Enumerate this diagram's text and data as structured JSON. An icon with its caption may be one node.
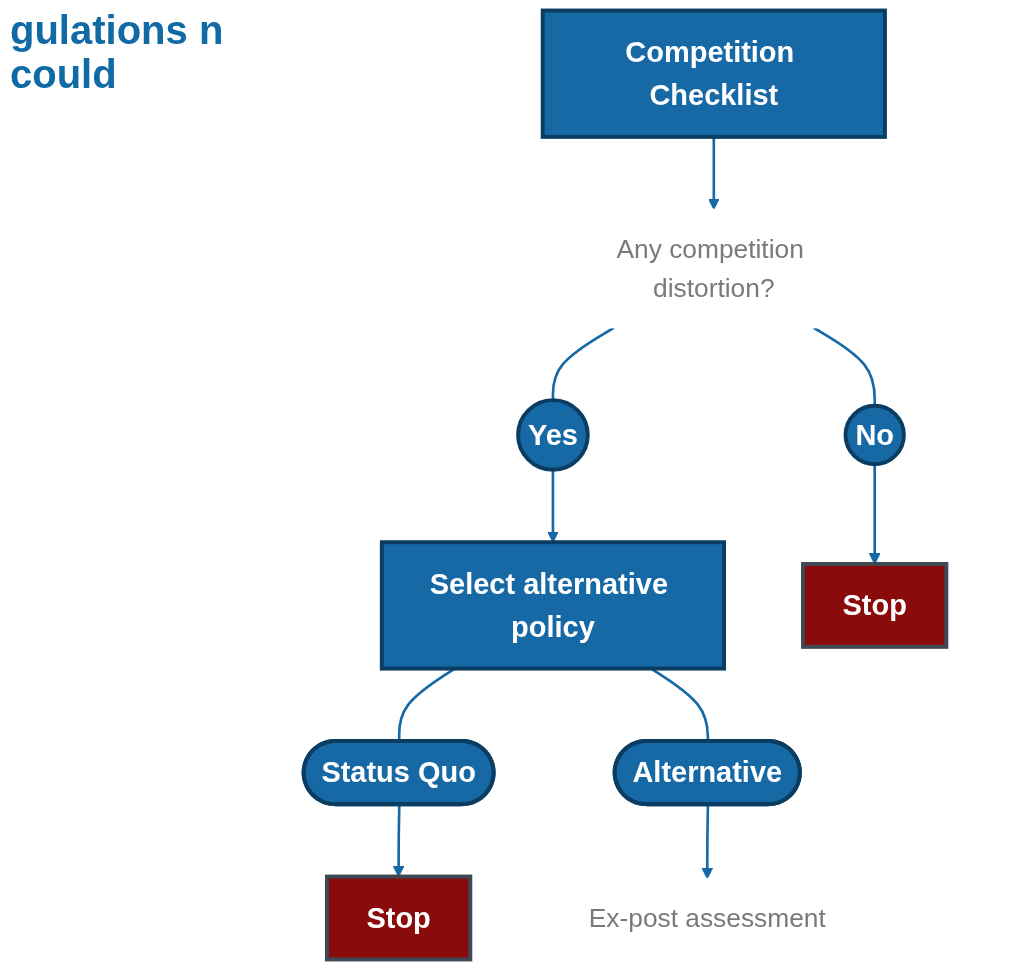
{
  "diagram": {
    "title": "gulations n could",
    "nodes": [
      {
        "text": [
          "Competition Checklist"
        ]
      },
      {
        "text": [
          "Any competition distortion?"
        ]
      },
      {
        "text": [
          "Yes"
        ]
      },
      {
        "text": [
          "No"
        ]
      },
      {
        "text": [
          "Select alternative policy"
        ]
      },
      {
        "text": [
          "Stop"
        ]
      },
      {
        "text": [
          "Status Quo"
        ]
      },
      {
        "text": [
          "Alternative"
        ]
      },
      {
        "text": [
          "Stop"
        ]
      },
      {
        "text": [
          "Ex-post assessment"
        ]
      }
    ],
    "edges": [
      {
        "from": 0,
        "to": 1,
        "arrow": "to"
      },
      {
        "from": 1,
        "to": 2,
        "arrow": "none"
      },
      {
        "from": 1,
        "to": 3,
        "arrow": "none"
      },
      {
        "from": 2,
        "to": 4,
        "arrow": "to"
      },
      {
        "from": 3,
        "to": 5,
        "arrow": "to"
      },
      {
        "from": 4,
        "to": 6,
        "arrow": "none"
      },
      {
        "from": 4,
        "to": 7,
        "arrow": "none"
      },
      {
        "from": 6,
        "to": 8,
        "arrow": "to"
      },
      {
        "from": 7,
        "to": 9,
        "arrow": "to"
      }
    ]
  }
}
